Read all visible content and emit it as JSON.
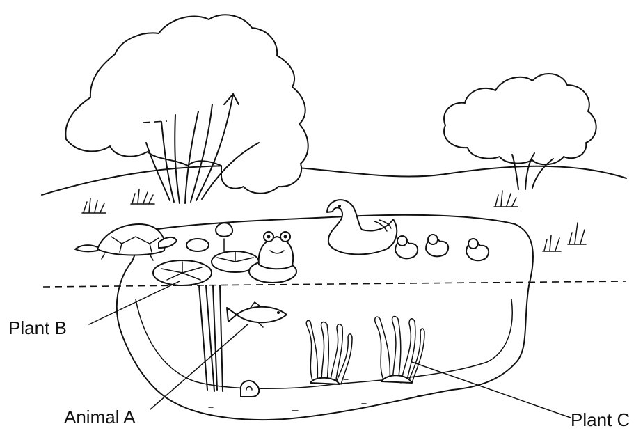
{
  "labels": {
    "plant_b": "Plant B",
    "animal_a": "Animal A",
    "plant_c": "Plant C"
  }
}
